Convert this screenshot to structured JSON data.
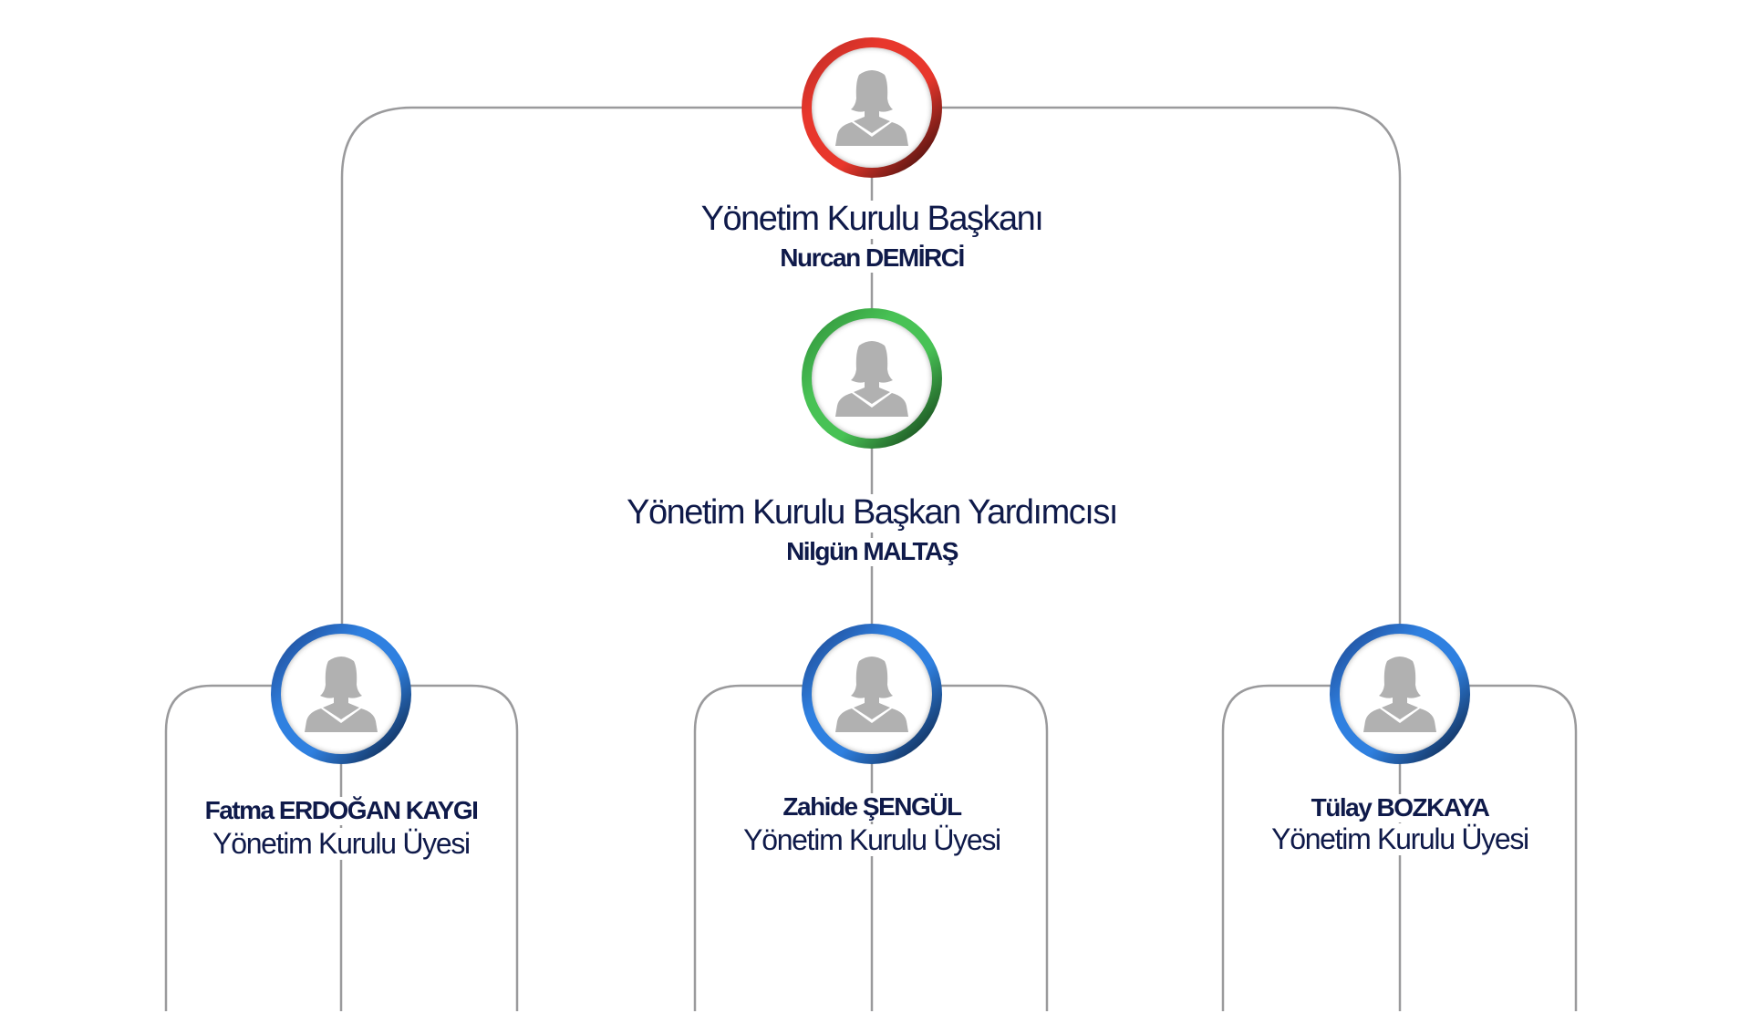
{
  "chart": {
    "chair": {
      "title": "Yönetim Kurulu Başkanı",
      "name": "Nurcan DEMİRCİ",
      "ring_color": "#e8372c"
    },
    "vice_chair": {
      "title": "Yönetim Kurulu Başkan Yardımcısı",
      "name": "Nilgün MALTAŞ",
      "ring_color": "#48c255"
    },
    "members": [
      {
        "name": "Fatma ERDOĞAN KAYGI",
        "role": "Yönetim Kurulu Üyesi",
        "ring_color": "#2f80e0"
      },
      {
        "name": "Zahide ŞENGÜL",
        "role": "Yönetim Kurulu Üyesi",
        "ring_color": "#2f80e0"
      },
      {
        "name": "Tülay BOZKAYA",
        "role": "Yönetim Kurulu Üyesi",
        "ring_color": "#2f80e0"
      }
    ],
    "text_color": "#0f1a4a",
    "line_color": "#9a9a9c"
  }
}
